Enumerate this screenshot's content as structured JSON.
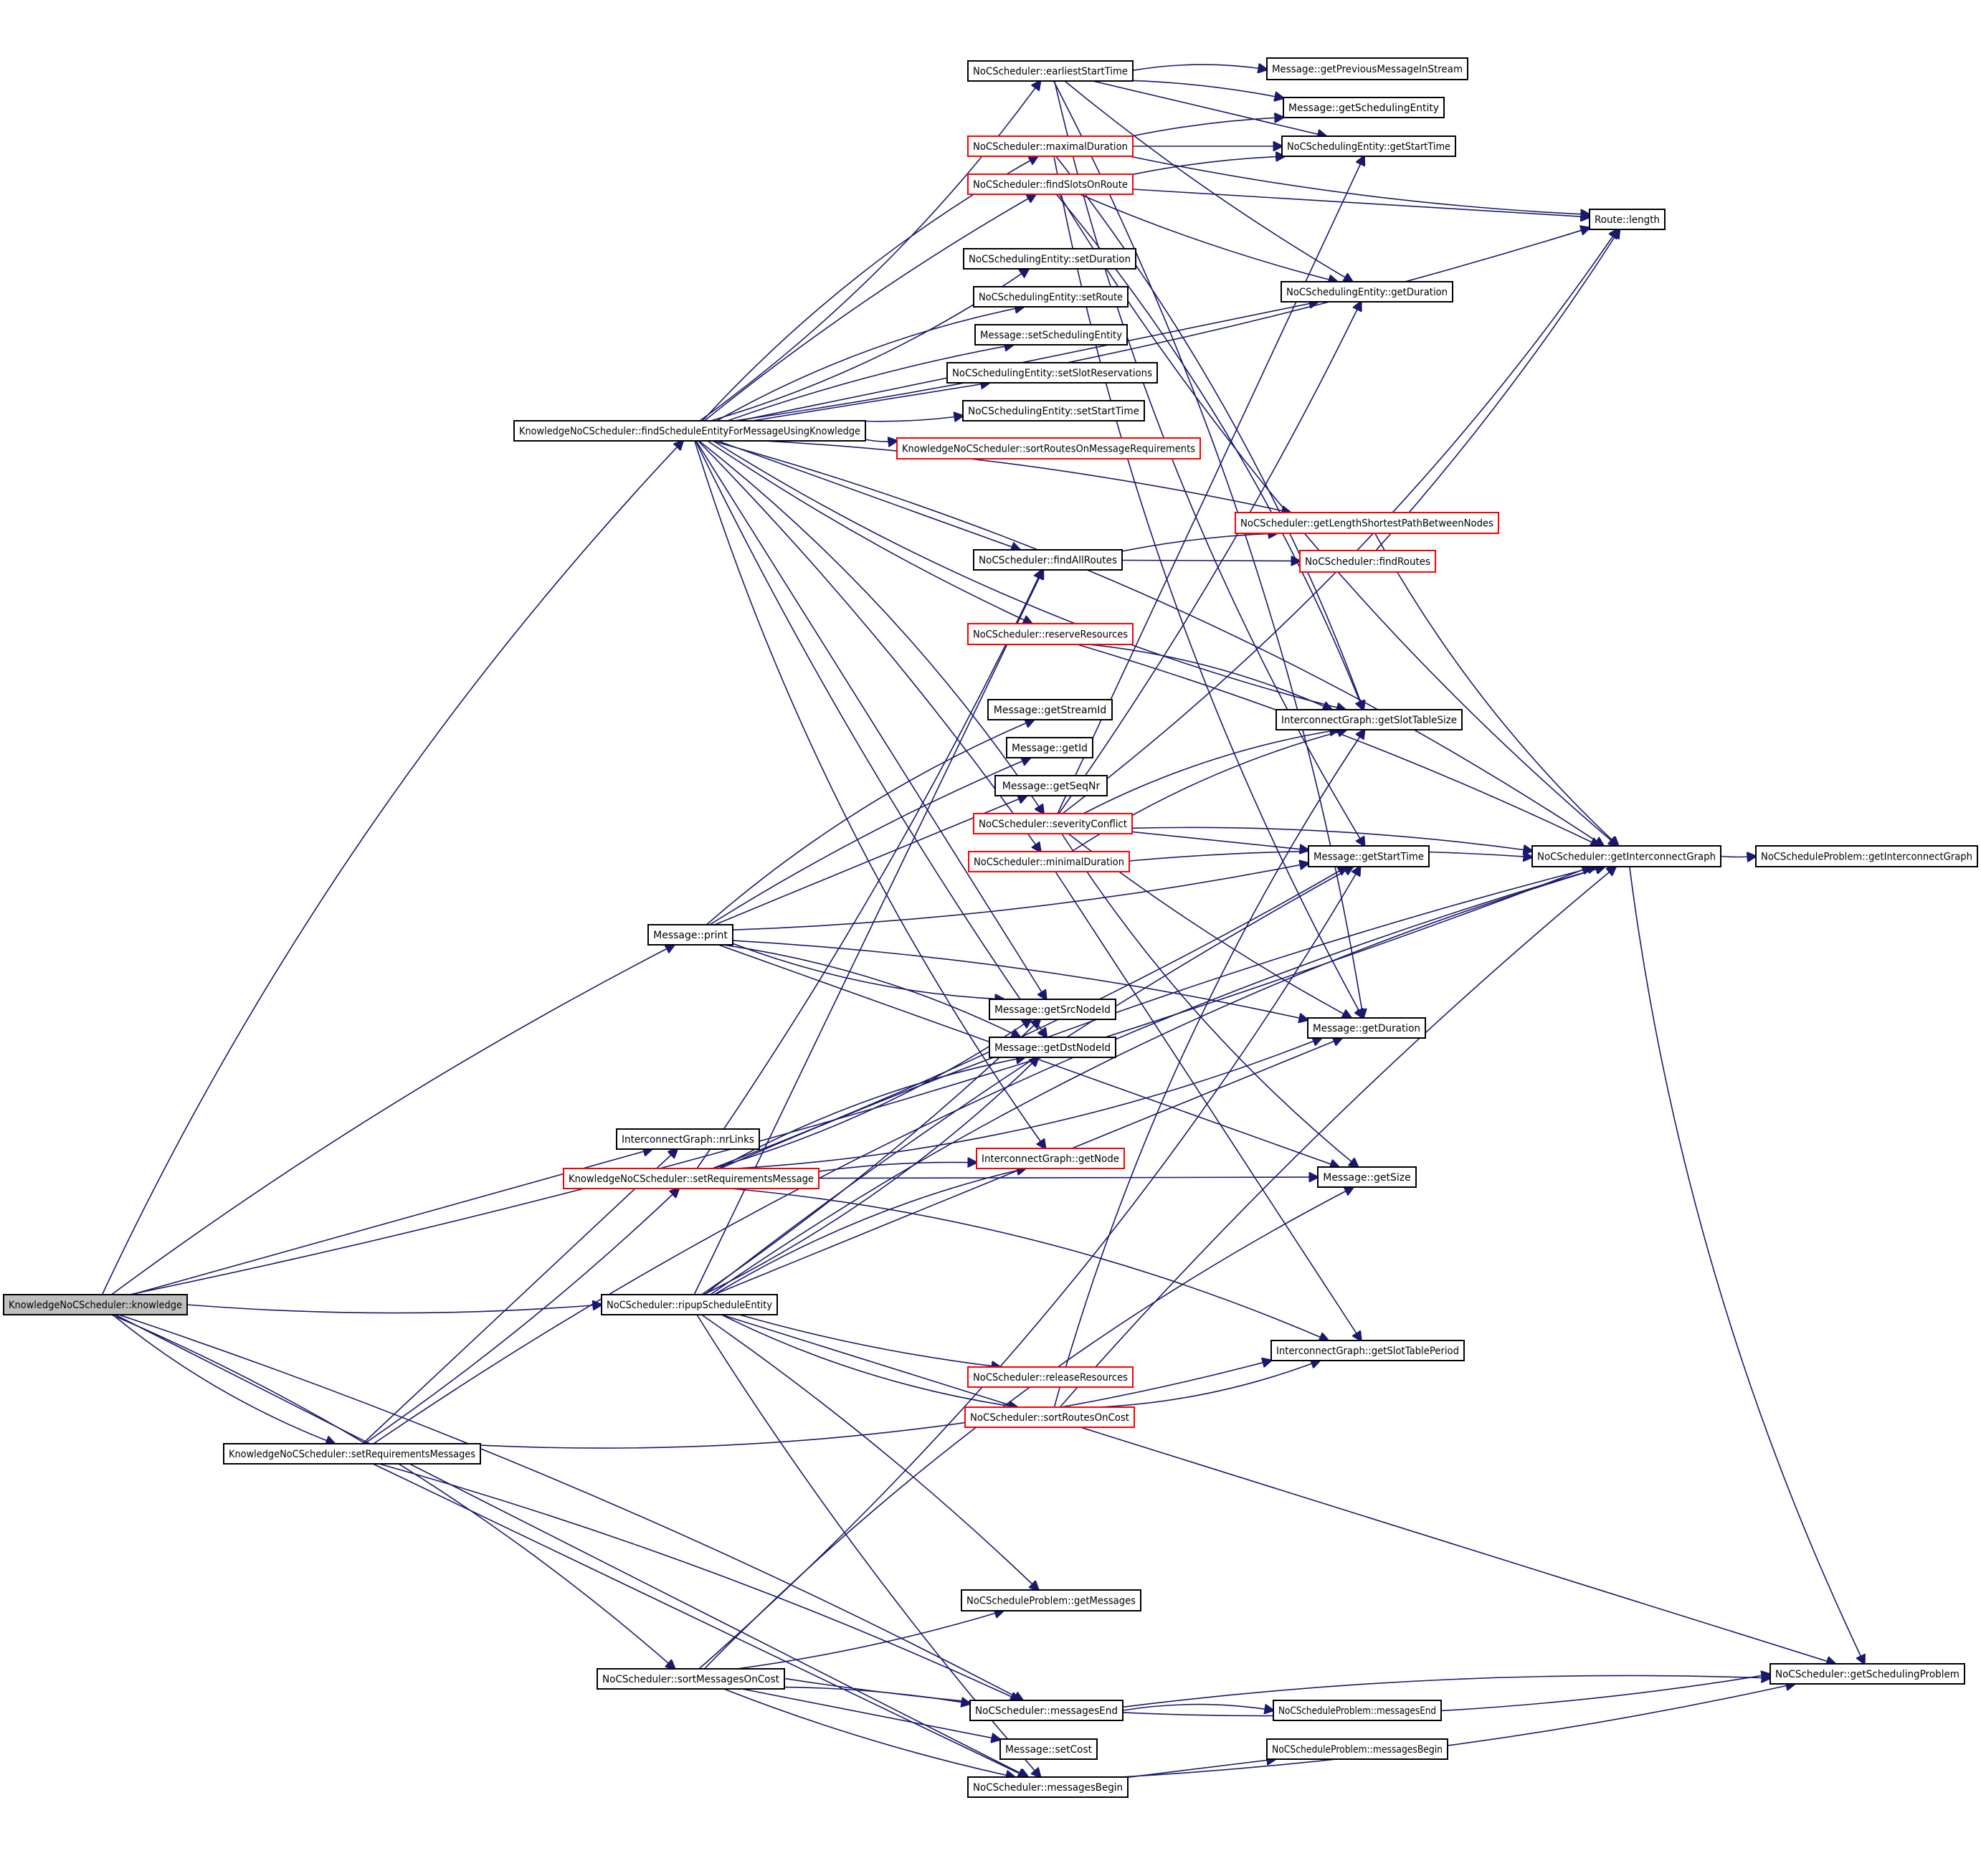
{
  "diagram": {
    "type": "call-graph",
    "colors": {
      "edge": "#191970",
      "root_fill": "#bfbfbf",
      "node_fill": "#ffffff",
      "node_border": "#000000",
      "truncated_border": "#ff0000"
    },
    "root": "knowledge",
    "nodes": [
      {
        "id": "knowledge",
        "label": "KnowledgeNoCScheduler::knowledge",
        "style": "root"
      },
      {
        "id": "findScheduleEntity",
        "label": "KnowledgeNoCScheduler::findScheduleEntityForMessageUsingKnowledge",
        "style": "normal"
      },
      {
        "id": "earliestStartTime",
        "label": "NoCScheduler::earliestStartTime",
        "style": "normal"
      },
      {
        "id": "getPreviousMessageInStream",
        "label": "Message::getPreviousMessageInStream",
        "style": "normal"
      },
      {
        "id": "msgGetSchedulingEntity",
        "label": "Message::getSchedulingEntity",
        "style": "normal"
      },
      {
        "id": "maximalDuration",
        "label": "NoCScheduler::maximalDuration",
        "style": "truncated"
      },
      {
        "id": "nseGetStartTime",
        "label": "NoCSchedulingEntity::getStartTime",
        "style": "normal"
      },
      {
        "id": "findSlotsOnRoute",
        "label": "NoCScheduler::findSlotsOnRoute",
        "style": "truncated"
      },
      {
        "id": "routeLength",
        "label": "Route::length",
        "style": "normal"
      },
      {
        "id": "nseSetDuration",
        "label": "NoCSchedulingEntity::setDuration",
        "style": "normal"
      },
      {
        "id": "nseGetDuration",
        "label": "NoCSchedulingEntity::getDuration",
        "style": "normal"
      },
      {
        "id": "nseSetRoute",
        "label": "NoCSchedulingEntity::setRoute",
        "style": "normal"
      },
      {
        "id": "msgSetSchedulingEntity",
        "label": "Message::setSchedulingEntity",
        "style": "normal"
      },
      {
        "id": "nseSetSlotReservations",
        "label": "NoCSchedulingEntity::setSlotReservations",
        "style": "normal"
      },
      {
        "id": "nseSetStartTime",
        "label": "NoCSchedulingEntity::setStartTime",
        "style": "normal"
      },
      {
        "id": "sortRoutesOnMsgReq",
        "label": "KnowledgeNoCScheduler::sortRoutesOnMessageRequirements",
        "style": "truncated"
      },
      {
        "id": "getLengthShortestPath",
        "label": "NoCScheduler::getLengthShortestPathBetweenNodes",
        "style": "truncated"
      },
      {
        "id": "findAllRoutes",
        "label": "NoCScheduler::findAllRoutes",
        "style": "normal"
      },
      {
        "id": "findRoutes",
        "label": "NoCScheduler::findRoutes",
        "style": "truncated"
      },
      {
        "id": "reserveResources",
        "label": "NoCScheduler::reserveResources",
        "style": "truncated"
      },
      {
        "id": "getSlotTableSize",
        "label": "InterconnectGraph::getSlotTableSize",
        "style": "normal"
      },
      {
        "id": "getStreamId",
        "label": "Message::getStreamId",
        "style": "normal"
      },
      {
        "id": "getId",
        "label": "Message::getId",
        "style": "normal"
      },
      {
        "id": "getSeqNr",
        "label": "Message::getSeqNr",
        "style": "normal"
      },
      {
        "id": "severityConflict",
        "label": "NoCScheduler::severityConflict",
        "style": "truncated"
      },
      {
        "id": "getInterconnectGraph",
        "label": "NoCScheduler::getInterconnectGraph",
        "style": "normal"
      },
      {
        "id": "nspGetInterconnectGraph",
        "label": "NoCScheduleProblem::getInterconnectGraph",
        "style": "normal"
      },
      {
        "id": "minimalDuration",
        "label": "NoCScheduler::minimalDuration",
        "style": "truncated"
      },
      {
        "id": "msgGetStartTime",
        "label": "Message::getStartTime",
        "style": "normal"
      },
      {
        "id": "msgPrint",
        "label": "Message::print",
        "style": "normal"
      },
      {
        "id": "getSrcNodeId",
        "label": "Message::getSrcNodeId",
        "style": "normal"
      },
      {
        "id": "msgGetDuration",
        "label": "Message::getDuration",
        "style": "normal"
      },
      {
        "id": "getDstNodeId",
        "label": "Message::getDstNodeId",
        "style": "normal"
      },
      {
        "id": "nrLinks",
        "label": "InterconnectGraph::nrLinks",
        "style": "normal"
      },
      {
        "id": "setRequirementsMessage",
        "label": "KnowledgeNoCScheduler::setRequirementsMessage",
        "style": "truncated"
      },
      {
        "id": "getNode",
        "label": "InterconnectGraph::getNode",
        "style": "truncated"
      },
      {
        "id": "getSize",
        "label": "Message::getSize",
        "style": "normal"
      },
      {
        "id": "ripupScheduleEntity",
        "label": "NoCScheduler::ripupScheduleEntity",
        "style": "normal"
      },
      {
        "id": "getSlotTablePeriod",
        "label": "InterconnectGraph::getSlotTablePeriod",
        "style": "normal"
      },
      {
        "id": "releaseResources",
        "label": "NoCScheduler::releaseResources",
        "style": "truncated"
      },
      {
        "id": "setRequirementsMessages",
        "label": "KnowledgeNoCScheduler::setRequirementsMessages",
        "style": "normal"
      },
      {
        "id": "sortRoutesOnCost",
        "label": "NoCScheduler::sortRoutesOnCost",
        "style": "truncated"
      },
      {
        "id": "nspGetMessages",
        "label": "NoCScheduleProblem::getMessages",
        "style": "normal"
      },
      {
        "id": "getSchedulingProblem",
        "label": "NoCScheduler::getSchedulingProblem",
        "style": "normal"
      },
      {
        "id": "sortMessagesOnCost",
        "label": "NoCScheduler::sortMessagesOnCost",
        "style": "normal"
      },
      {
        "id": "messagesEnd",
        "label": "NoCScheduler::messagesEnd",
        "style": "normal"
      },
      {
        "id": "nspMessagesEnd",
        "label": "NoCScheduleProblem::messagesEnd",
        "style": "normal"
      },
      {
        "id": "setCost",
        "label": "Message::setCost",
        "style": "normal"
      },
      {
        "id": "nspMessagesBegin",
        "label": "NoCScheduleProblem::messagesBegin",
        "style": "normal"
      },
      {
        "id": "messagesBegin",
        "label": "NoCScheduler::messagesBegin",
        "style": "normal"
      }
    ],
    "edges": [
      [
        "knowledge",
        "findScheduleEntity"
      ],
      [
        "knowledge",
        "msgPrint"
      ],
      [
        "knowledge",
        "nrLinks"
      ],
      [
        "knowledge",
        "ripupScheduleEntity"
      ],
      [
        "knowledge",
        "setRequirementsMessages"
      ],
      [
        "knowledge",
        "sortMessagesOnCost"
      ],
      [
        "knowledge",
        "messagesEnd"
      ],
      [
        "knowledge",
        "messagesBegin"
      ],
      [
        "knowledge",
        "getInterconnectGraph"
      ],
      [
        "findScheduleEntity",
        "earliestStartTime"
      ],
      [
        "findScheduleEntity",
        "maximalDuration"
      ],
      [
        "findScheduleEntity",
        "findSlotsOnRoute"
      ],
      [
        "findScheduleEntity",
        "nseGetDuration"
      ],
      [
        "findScheduleEntity",
        "routeLength"
      ],
      [
        "findScheduleEntity",
        "nseSetDuration"
      ],
      [
        "findScheduleEntity",
        "nseSetRoute"
      ],
      [
        "findScheduleEntity",
        "msgSetSchedulingEntity"
      ],
      [
        "findScheduleEntity",
        "nseSetSlotReservations"
      ],
      [
        "findScheduleEntity",
        "nseSetStartTime"
      ],
      [
        "findScheduleEntity",
        "sortRoutesOnMsgReq"
      ],
      [
        "findScheduleEntity",
        "getInterconnectGraph"
      ],
      [
        "findScheduleEntity",
        "getLengthShortestPath"
      ],
      [
        "findScheduleEntity",
        "findAllRoutes"
      ],
      [
        "findScheduleEntity",
        "reserveResources"
      ],
      [
        "findScheduleEntity",
        "getSlotTableSize"
      ],
      [
        "findScheduleEntity",
        "severityConflict"
      ],
      [
        "findScheduleEntity",
        "minimalDuration"
      ],
      [
        "findScheduleEntity",
        "getSrcNodeId"
      ],
      [
        "findScheduleEntity",
        "getDstNodeId"
      ],
      [
        "findScheduleEntity",
        "getNode"
      ],
      [
        "earliestStartTime",
        "getPreviousMessageInStream"
      ],
      [
        "earliestStartTime",
        "msgGetSchedulingEntity"
      ],
      [
        "earliestStartTime",
        "nseGetStartTime"
      ],
      [
        "earliestStartTime",
        "nseGetDuration"
      ],
      [
        "earliestStartTime",
        "msgGetStartTime"
      ],
      [
        "earliestStartTime",
        "msgGetDuration"
      ],
      [
        "maximalDuration",
        "msgGetSchedulingEntity"
      ],
      [
        "maximalDuration",
        "nseGetStartTime"
      ],
      [
        "maximalDuration",
        "routeLength"
      ],
      [
        "maximalDuration",
        "msgGetDuration"
      ],
      [
        "maximalDuration",
        "getSlotTableSize"
      ],
      [
        "findSlotsOnRoute",
        "nseGetStartTime"
      ],
      [
        "findSlotsOnRoute",
        "routeLength"
      ],
      [
        "findSlotsOnRoute",
        "nseGetDuration"
      ],
      [
        "findSlotsOnRoute",
        "getInterconnectGraph"
      ],
      [
        "findSlotsOnRoute",
        "getSlotTableSize"
      ],
      [
        "findAllRoutes",
        "getLengthShortestPath"
      ],
      [
        "findAllRoutes",
        "findRoutes"
      ],
      [
        "findRoutes",
        "routeLength"
      ],
      [
        "getLengthShortestPath",
        "getInterconnectGraph"
      ],
      [
        "reserveResources",
        "getSlotTableSize"
      ],
      [
        "reserveResources",
        "getInterconnectGraph"
      ],
      [
        "severityConflict",
        "nseGetStartTime"
      ],
      [
        "severityConflict",
        "nseGetDuration"
      ],
      [
        "severityConflict",
        "routeLength"
      ],
      [
        "severityConflict",
        "getSlotTableSize"
      ],
      [
        "severityConflict",
        "getInterconnectGraph"
      ],
      [
        "severityConflict",
        "msgGetStartTime"
      ],
      [
        "severityConflict",
        "msgGetDuration"
      ],
      [
        "severityConflict",
        "getSize"
      ],
      [
        "minimalDuration",
        "getSlotTableSize"
      ],
      [
        "minimalDuration",
        "getInterconnectGraph"
      ],
      [
        "minimalDuration",
        "getSlotTablePeriod"
      ],
      [
        "getInterconnectGraph",
        "nspGetInterconnectGraph"
      ],
      [
        "getInterconnectGraph",
        "getSchedulingProblem"
      ],
      [
        "msgPrint",
        "getStreamId"
      ],
      [
        "msgPrint",
        "getId"
      ],
      [
        "msgPrint",
        "getSeqNr"
      ],
      [
        "msgPrint",
        "msgGetStartTime"
      ],
      [
        "msgPrint",
        "getSrcNodeId"
      ],
      [
        "msgPrint",
        "getDstNodeId"
      ],
      [
        "msgPrint",
        "msgGetDuration"
      ],
      [
        "msgPrint",
        "getSize"
      ],
      [
        "setRequirementsMessage",
        "findAllRoutes"
      ],
      [
        "setRequirementsMessage",
        "getSrcNodeId"
      ],
      [
        "setRequirementsMessage",
        "getDstNodeId"
      ],
      [
        "setRequirementsMessage",
        "getNode"
      ],
      [
        "setRequirementsMessage",
        "getSize"
      ],
      [
        "setRequirementsMessage",
        "msgGetStartTime"
      ],
      [
        "setRequirementsMessage",
        "msgGetDuration"
      ],
      [
        "setRequirementsMessage",
        "getSlotTablePeriod"
      ],
      [
        "setRequirementsMessage",
        "getInterconnectGraph"
      ],
      [
        "ripupScheduleEntity",
        "findAllRoutes"
      ],
      [
        "ripupScheduleEntity",
        "getSrcNodeId"
      ],
      [
        "ripupScheduleEntity",
        "getDstNodeId"
      ],
      [
        "ripupScheduleEntity",
        "getNode"
      ],
      [
        "ripupScheduleEntity",
        "msgGetStartTime"
      ],
      [
        "ripupScheduleEntity",
        "msgGetDuration"
      ],
      [
        "ripupScheduleEntity",
        "releaseResources"
      ],
      [
        "ripupScheduleEntity",
        "sortRoutesOnCost"
      ],
      [
        "ripupScheduleEntity",
        "getInterconnectGraph"
      ],
      [
        "ripupScheduleEntity",
        "nspGetMessages"
      ],
      [
        "ripupScheduleEntity",
        "getSchedulingProblem"
      ],
      [
        "ripupScheduleEntity",
        "messagesBegin"
      ],
      [
        "sortRoutesOnCost",
        "getSlotTablePeriod"
      ],
      [
        "sortRoutesOnCost",
        "getSlotTableSize"
      ],
      [
        "sortRoutesOnCost",
        "getInterconnectGraph"
      ],
      [
        "setRequirementsMessages",
        "nrLinks"
      ],
      [
        "setRequirementsMessages",
        "setRequirementsMessage"
      ],
      [
        "setRequirementsMessages",
        "getSlotTablePeriod"
      ],
      [
        "setRequirementsMessages",
        "getInterconnectGraph"
      ],
      [
        "setRequirementsMessages",
        "messagesEnd"
      ],
      [
        "setRequirementsMessages",
        "messagesBegin"
      ],
      [
        "sortMessagesOnCost",
        "nspGetMessages"
      ],
      [
        "sortMessagesOnCost",
        "msgGetStartTime"
      ],
      [
        "sortMessagesOnCost",
        "getSize"
      ],
      [
        "sortMessagesOnCost",
        "messagesEnd"
      ],
      [
        "sortMessagesOnCost",
        "setCost"
      ],
      [
        "sortMessagesOnCost",
        "messagesBegin"
      ],
      [
        "sortMessagesOnCost",
        "getSchedulingProblem"
      ],
      [
        "messagesEnd",
        "nspMessagesEnd"
      ],
      [
        "messagesEnd",
        "getSchedulingProblem"
      ],
      [
        "messagesBegin",
        "nspMessagesBegin"
      ],
      [
        "messagesBegin",
        "getSchedulingProblem"
      ]
    ]
  }
}
